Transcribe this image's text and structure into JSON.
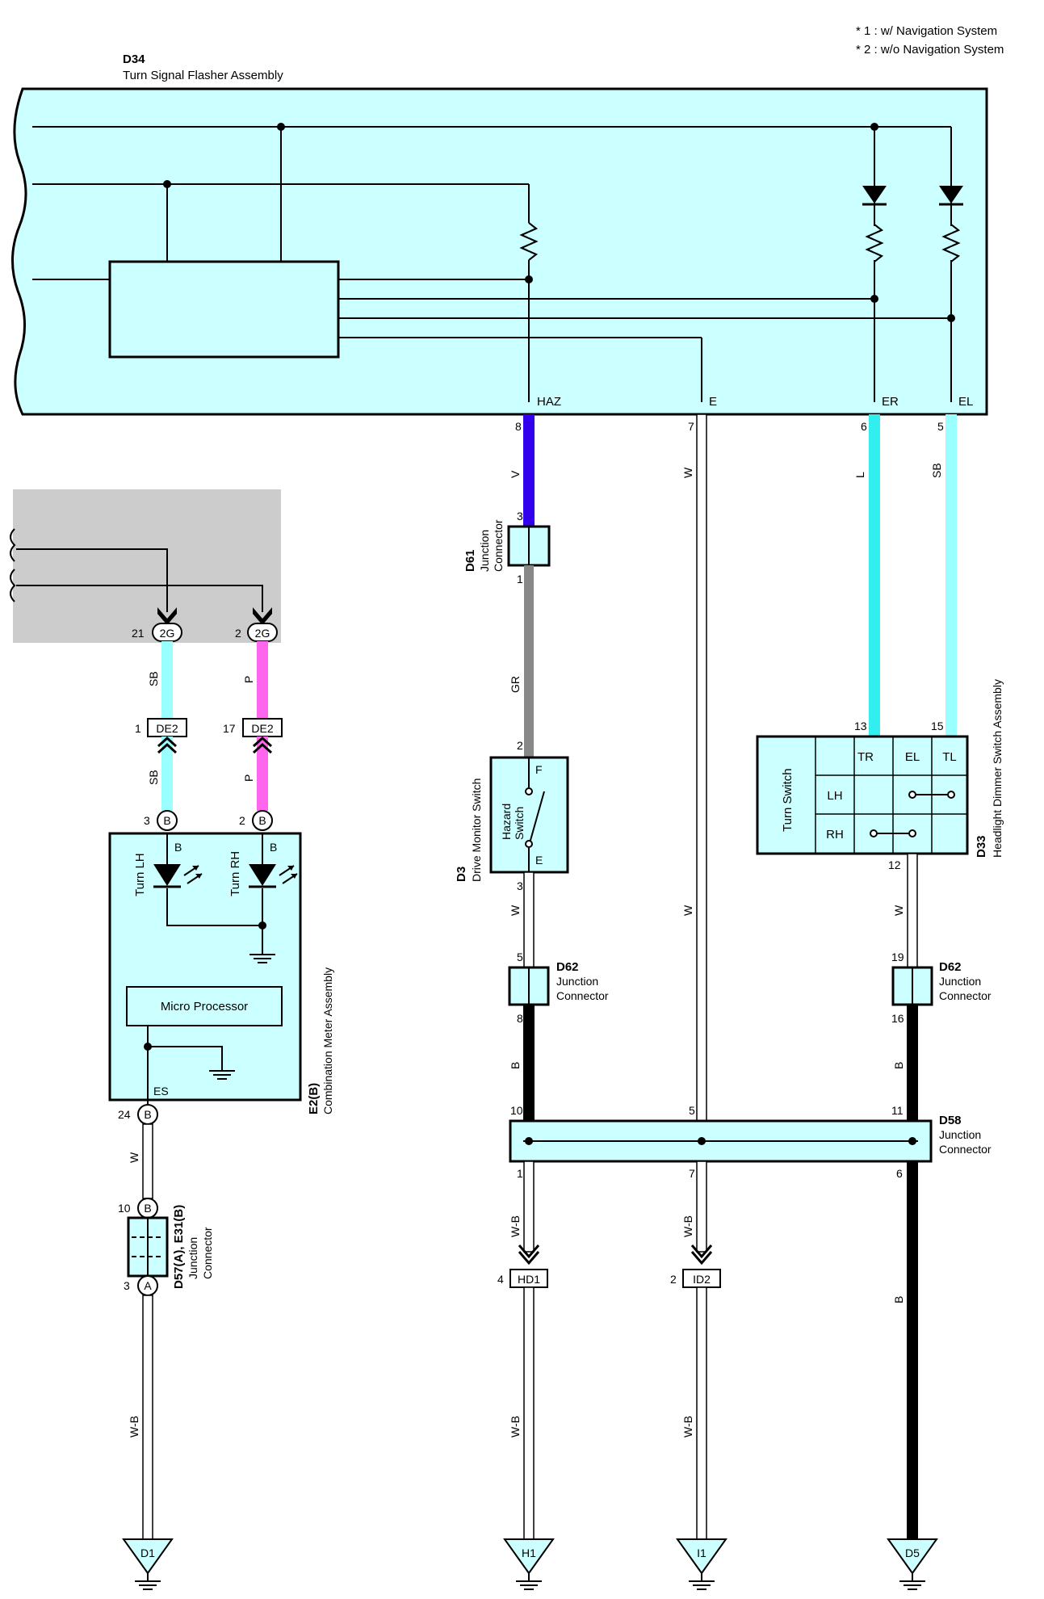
{
  "notes": {
    "n1": "* 1 : w/ Navigation System",
    "n2": "* 2 : w/o Navigation System"
  },
  "flasher": {
    "code": "D34",
    "name": "Turn Signal Flasher Assembly",
    "terminals": {
      "haz": "HAZ",
      "e": "E",
      "er": "ER",
      "el": "EL"
    },
    "pins": {
      "haz": "8",
      "e": "7",
      "er": "6",
      "el": "5"
    }
  },
  "wire_colors": {
    "v": "V",
    "w": "W",
    "l": "L",
    "sb": "SB",
    "gr": "GR",
    "p": "P",
    "b": "B",
    "wb": "W-B"
  },
  "hex_colors": {
    "component_fill": "#ccffff",
    "v_wire": "#3300ee",
    "l_wire": "#33eeee",
    "sb_wire": "#99ffff",
    "p_wire": "#ff66ee",
    "gr_wire": "#888888",
    "b_wire": "#000000",
    "shade": "#cccccc"
  },
  "d61": {
    "code": "D61",
    "l1": "Junction",
    "l2": "Connector",
    "pin_top": "3",
    "pin_bottom": "1"
  },
  "d3": {
    "code": "D3",
    "name": "Drive Monitor Switch",
    "inner1": "Hazard",
    "inner2": "Switch",
    "f": "F",
    "e": "E",
    "pin_top": "2",
    "pin_bottom": "3"
  },
  "d33": {
    "code": "D33",
    "name": "Headlight Dimmer Switch Assembly",
    "side_label": "Turn Switch",
    "cols": [
      "TR",
      "EL",
      "TL"
    ],
    "rows": [
      "LH",
      "RH"
    ],
    "pin_tr": "13",
    "pin_tl": "15",
    "pin_out": "12"
  },
  "d62_left": {
    "code": "D62",
    "l1": "Junction",
    "l2": "Connector",
    "pin_top": "5",
    "pin_bottom": "8"
  },
  "d62_right": {
    "code": "D62",
    "l1": "Junction",
    "l2": "Connector",
    "pin_top": "19",
    "pin_bottom": "16"
  },
  "d58": {
    "code": "D58",
    "l1": "Junction",
    "l2": "Connector",
    "pins_top": [
      "10",
      "5",
      "11"
    ],
    "pins_bottom": [
      "1",
      "7",
      "6"
    ]
  },
  "connectors_2g": {
    "label": "2G",
    "pin_a": "21",
    "pin_b": "2"
  },
  "connectors_de2": {
    "label": "DE2",
    "pin_a": "1",
    "pin_b": "17"
  },
  "meter": {
    "code": "E2(B)",
    "name": "Combination Meter Assembly",
    "turn_lh": "Turn LH",
    "turn_rh": "Turn RH",
    "micro": "Micro Processor",
    "es": "ES",
    "pin_lh": "3",
    "pin_rh": "2",
    "pin_es": "24",
    "b": "B"
  },
  "d57": {
    "code": "D57(A), E31(B)",
    "l1": "Junction",
    "l2": "Connector",
    "pin_top": "10",
    "pin_bottom": "3",
    "a": "A",
    "b": "B"
  },
  "hd1": {
    "label": "HD1",
    "pin": "4"
  },
  "id2": {
    "label": "ID2",
    "pin": "2"
  },
  "grounds": [
    "D1",
    "H1",
    "I1",
    "D5"
  ]
}
